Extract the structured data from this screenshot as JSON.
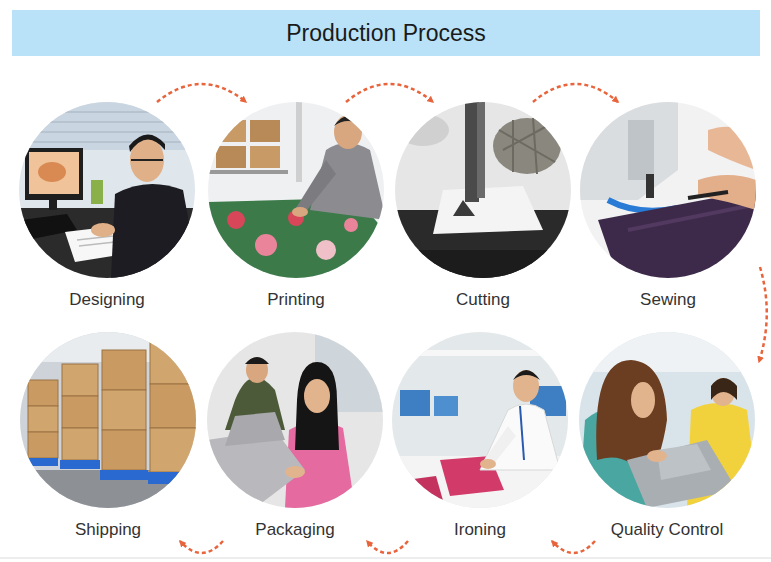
{
  "diagram": {
    "title": "Production Process",
    "nodes": [
      {
        "text": [
          "Designing"
        ]
      },
      {
        "text": [
          "Printing"
        ]
      },
      {
        "text": [
          "Cutting"
        ]
      },
      {
        "text": [
          "Sewing"
        ]
      },
      {
        "text": [
          "Shipping"
        ]
      },
      {
        "text": [
          "Packaging"
        ]
      },
      {
        "text": [
          "Ironing"
        ]
      },
      {
        "text": [
          "Quality Control"
        ]
      }
    ],
    "edges": [
      {
        "from": 0,
        "to": 1,
        "arrow": "to"
      },
      {
        "from": 1,
        "to": 2,
        "arrow": "to"
      },
      {
        "from": 2,
        "to": 3,
        "arrow": "to"
      },
      {
        "from": 3,
        "to": 7,
        "arrow": "to"
      },
      {
        "from": 7,
        "to": 6,
        "arrow": "to"
      },
      {
        "from": 6,
        "to": 5,
        "arrow": "to"
      },
      {
        "from": 5,
        "to": 4,
        "arrow": "to"
      }
    ]
  }
}
